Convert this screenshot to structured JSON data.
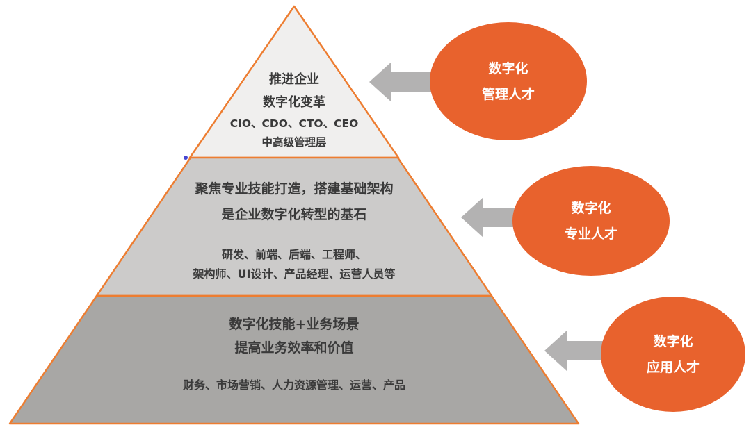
{
  "pyramid": {
    "border_color": "#ED7D31",
    "tiers": [
      {
        "name": "digital-management-tier",
        "fill": "#F0EFEE",
        "title_lines": [
          "推进企业",
          "数字化变革"
        ],
        "detail_lines": [
          "CIO、CDO、CTO、CEO",
          "中高级管理层"
        ]
      },
      {
        "name": "digital-professional-tier",
        "fill": "#CCCBCA",
        "title_lines": [
          "聚焦专业技能打造，搭建基础架构",
          "是企业数字化转型的基石"
        ],
        "detail_lines": [
          "研发、前端、后端、工程师、",
          "架构师、UI设计、产品经理、运营人员等"
        ]
      },
      {
        "name": "digital-application-tier",
        "fill": "#A8A7A5",
        "title_lines": [
          "数字化技能+业务场景",
          "提高业务效率和价值"
        ],
        "detail_lines": [
          "财务、市场营销、人力资源管理、运营、产品"
        ]
      }
    ]
  },
  "callouts": [
    {
      "name": "digital-management-talent",
      "lines": [
        "数字化",
        "管理人才"
      ]
    },
    {
      "name": "digital-professional-talent",
      "lines": [
        "数字化",
        "专业人才"
      ]
    },
    {
      "name": "digital-application-talent",
      "lines": [
        "数字化",
        "应用人才"
      ]
    }
  ],
  "colors": {
    "ellipse_fill": "#E8622D",
    "arrow_fill": "#B3B2B2",
    "pyramid_border": "#ED7D31",
    "tier_top_fill": "#F0EFEE",
    "tier_middle_fill": "#CCCBCA",
    "tier_bottom_fill": "#A8A7A5",
    "text_dark": "#3A3A3A",
    "text_light": "#FFFFFF",
    "artifact_dot": "#4646D2"
  }
}
